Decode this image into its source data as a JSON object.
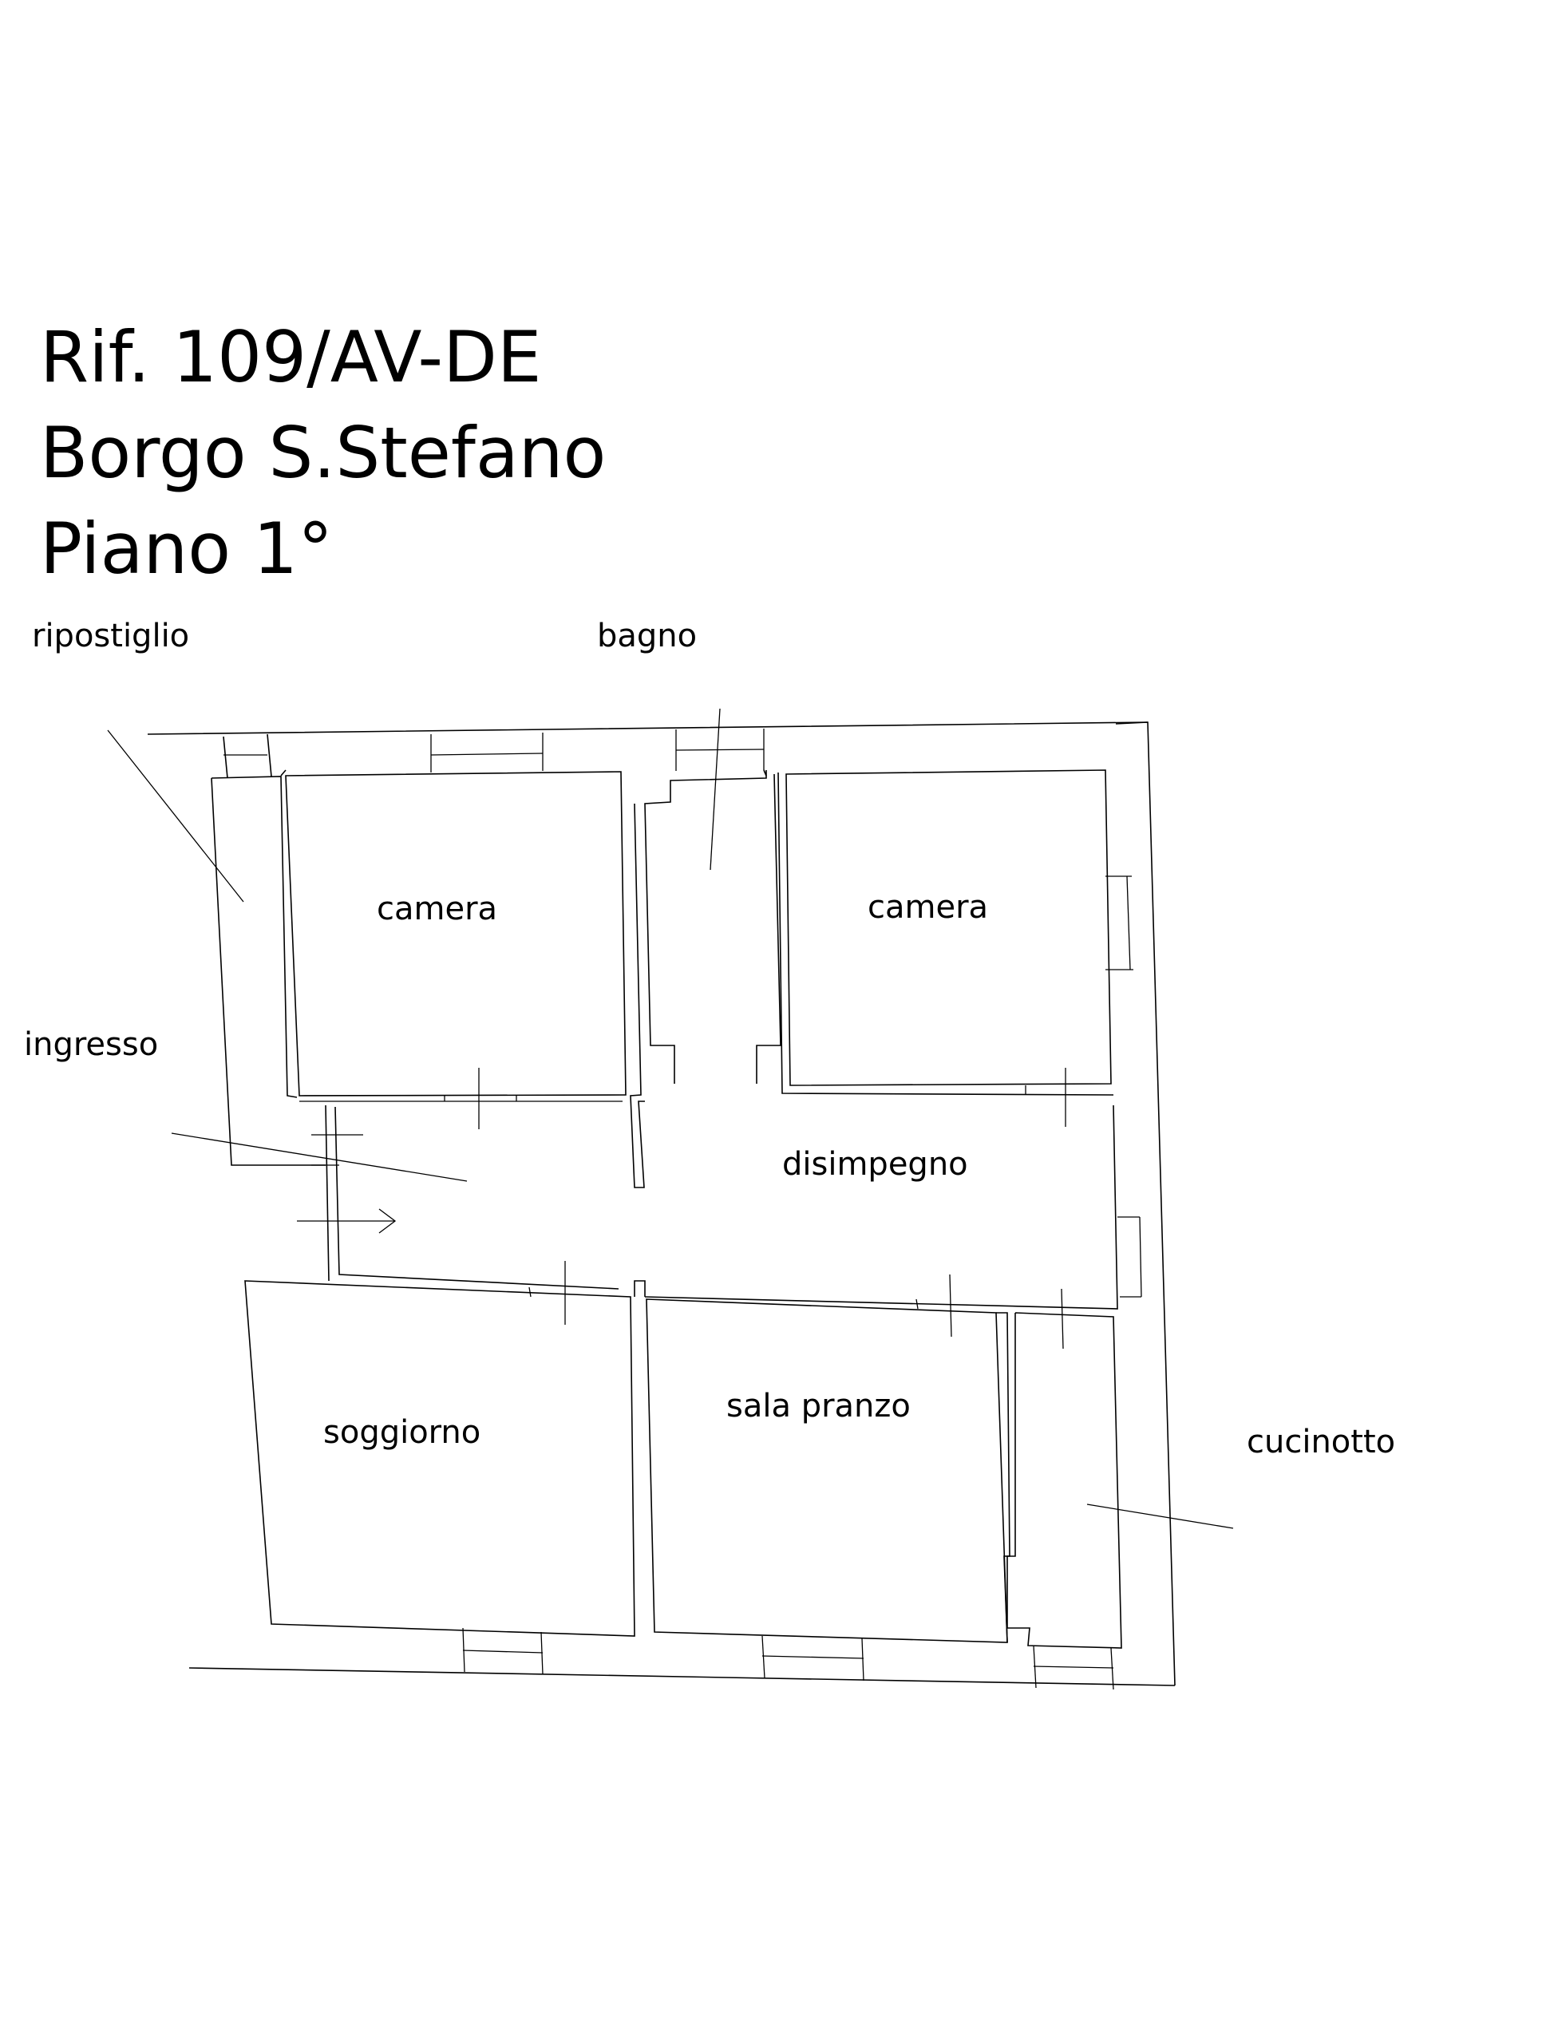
{
  "title": {
    "line1": "Rif. 109/AV-DE",
    "line2": "Borgo S.Stefano",
    "line3": "Piano 1°"
  },
  "rooms": {
    "ripostiglio": "ripostiglio",
    "bagno": "bagno",
    "camera_left": "camera",
    "camera_right": "camera",
    "ingresso": "ingresso",
    "disimpegno": "disimpegno",
    "soggiorno": "soggiorno",
    "sala_pranzo": "sala pranzo",
    "cucinotto": "cucinotto"
  }
}
